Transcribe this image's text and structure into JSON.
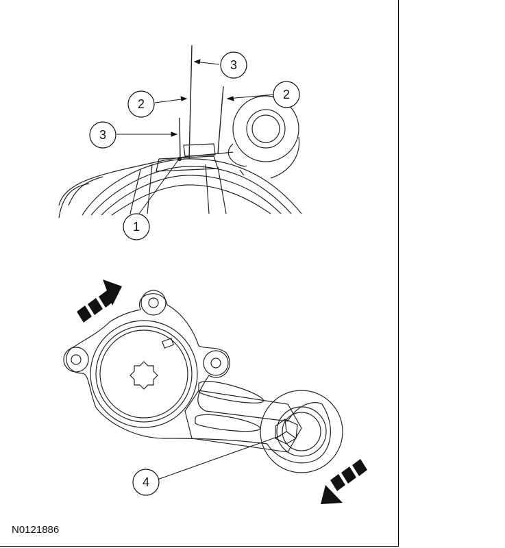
{
  "figure": {
    "id_label": "N0121886",
    "callouts": {
      "c1": "1",
      "c2a": "2",
      "c2b": "2",
      "c3a": "3",
      "c3b": "3",
      "c4": "4"
    }
  }
}
